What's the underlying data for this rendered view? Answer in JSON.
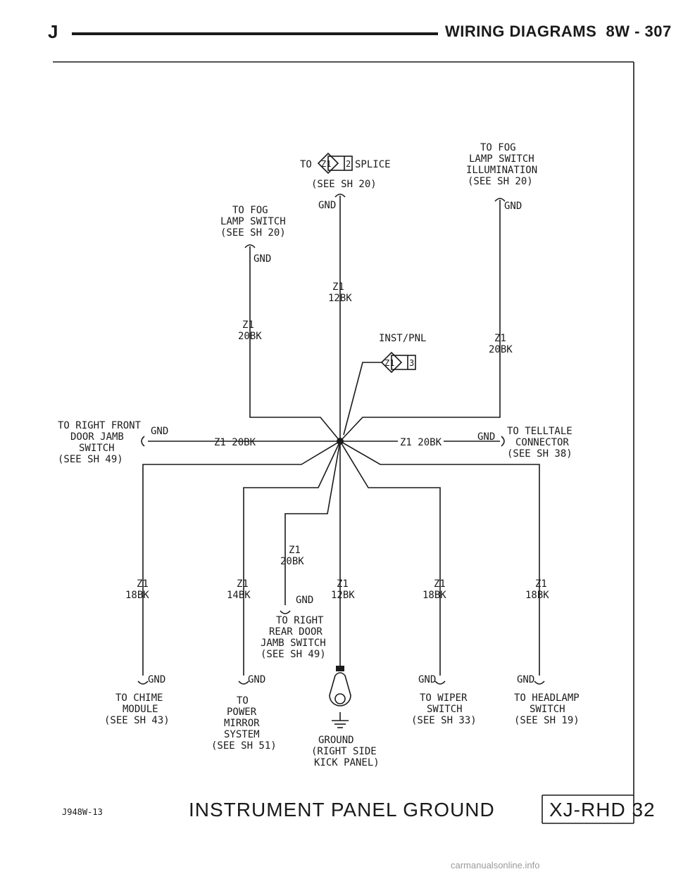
{
  "header": {
    "letter": "J",
    "title": "WIRING DIAGRAMS",
    "page": "8W - 307"
  },
  "splice_top": {
    "to": "TO",
    "splice_id": "Z1",
    "splice_num": "2",
    "splice": "SPLICE",
    "see": "(SEE SH 20)",
    "gnd": "GND",
    "wire_circuit": "Z1",
    "wire_gauge": "12BK"
  },
  "fog_lamp_switch": {
    "lines": [
      "TO FOG",
      "LAMP SWITCH",
      "(SEE SH 20)"
    ],
    "gnd": "GND",
    "wire_circuit": "Z1",
    "wire_gauge": "20BK"
  },
  "fog_illumination": {
    "lines": [
      "TO FOG",
      "LAMP SWITCH",
      "ILLUMINATION",
      "(SEE SH 20)"
    ],
    "gnd": "GND",
    "wire_circuit": "Z1",
    "wire_gauge": "20BK"
  },
  "inst_pnl": {
    "label": "INST/PNL",
    "splice_id": "Z1",
    "splice_num": "3"
  },
  "right_front_door": {
    "lines": [
      "TO RIGHT FRONT",
      "DOOR JAMB",
      "SWITCH",
      "(SEE SH 49)"
    ],
    "gnd": "GND",
    "wire": "Z1 20BK"
  },
  "telltale": {
    "lines": [
      "TO TELLTALE",
      "CONNECTOR",
      "(SEE SH 38)"
    ],
    "gnd": "GND",
    "wire": "Z1 20BK"
  },
  "chime": {
    "wire_circuit": "Z1",
    "wire_gauge": "18BK",
    "gnd": "GND",
    "lines": [
      "TO CHIME",
      "MODULE",
      "(SEE SH 43)"
    ]
  },
  "power_mirror": {
    "wire_circuit": "Z1",
    "wire_gauge": "14BK",
    "gnd": "GND",
    "lines": [
      "TO",
      "POWER",
      "MIRROR",
      "SYSTEM",
      "(SEE SH 51)"
    ]
  },
  "rear_door": {
    "wire_circuit": "Z1",
    "wire_gauge": "20BK",
    "gnd": "GND",
    "lines": [
      "TO RIGHT",
      "REAR DOOR",
      "JAMB SWITCH",
      "(SEE SH 49)"
    ]
  },
  "ground": {
    "wire_circuit": "Z1",
    "wire_gauge": "12BK",
    "lines": [
      "GROUND",
      "(RIGHT SIDE",
      "KICK PANEL)"
    ]
  },
  "wiper": {
    "wire_circuit": "Z1",
    "wire_gauge": "18BK",
    "gnd": "GND",
    "lines": [
      "TO WIPER",
      "SWITCH",
      "(SEE SH 33)"
    ]
  },
  "headlamp": {
    "wire_circuit": "Z1",
    "wire_gauge": "18BK",
    "gnd": "GND",
    "lines": [
      "TO HEADLAMP",
      "SWITCH",
      "(SEE SH 19)"
    ]
  },
  "footer": {
    "figure_id": "J948W-13",
    "title": "INSTRUMENT PANEL GROUND",
    "sheet": "XJ-RHD 32"
  },
  "watermark": "carmanualsonline.info"
}
